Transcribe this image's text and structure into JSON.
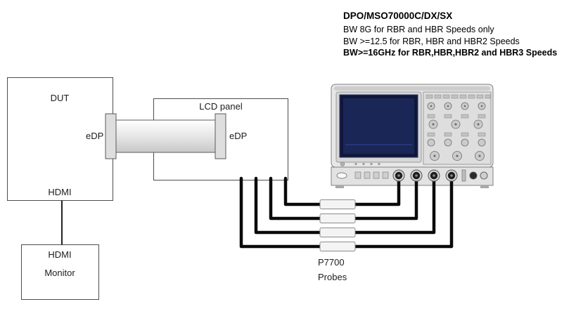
{
  "header": {
    "title": "DPO/MSO70000C/DX/SX",
    "line1": "BW 8G for RBR and HBR Speeds only",
    "line2": "BW >=12.5 for RBR, HBR and HBR2 Speeds",
    "line3": "BW>=16GHz for RBR,HBR,HBR2 and HBR3 Speeds"
  },
  "dut": {
    "label": "DUT",
    "edp": "eDP",
    "hdmi": "HDMI"
  },
  "lcd": {
    "label": "LCD panel",
    "edp": "eDP"
  },
  "monitor": {
    "line1": "HDMI",
    "line2": "Monitor"
  },
  "probes": {
    "model": "P7700",
    "label": "Probes"
  },
  "colors": {
    "box_border": "#4d4d4d",
    "cable": "#0a0a0a",
    "scope_body": "#e7e7e7",
    "scope_screen": "#10173c",
    "probe_body": "#f4f4f4"
  }
}
